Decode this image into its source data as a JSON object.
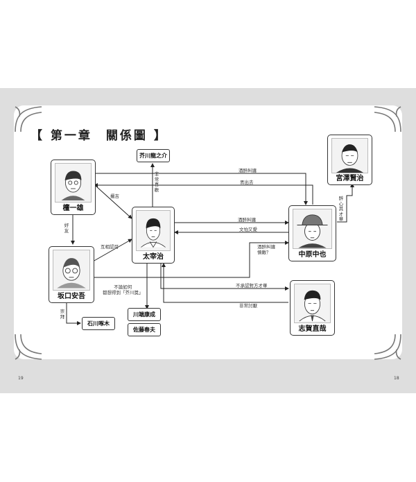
{
  "title": "【 第一章　關係圖 】",
  "page_numbers": {
    "left": "19",
    "right": "18"
  },
  "characters": {
    "dan": "檀一雄",
    "dazai": "太宰治",
    "sakaguchi": "坂口安吾",
    "nakahara": "中原中也",
    "miyazawa": "宮澤賢治",
    "shiga": "志賀直哉"
  },
  "small_boxes": {
    "akutagawa": "芥川龍之介",
    "ishikawa": "石川啄木",
    "kawabata": "川端康成",
    "sato": "佐藤春夫"
  },
  "labels": {
    "dan_to_nakahara": "酒醉糾纏",
    "nakahara_to_dan": "丟出去",
    "dazai_to_nakahara": "酒醉糾纏",
    "nakahara_to_dazai": "文怕又愛",
    "sakaguchi_to_nakahara": "酒醉糾纏\n憤敵？",
    "dazai_to_shiga": "不承認對方才華",
    "shiga_to_dazai": "非常討厭",
    "dan_dazai": "攝吉",
    "dan_sakaguchi": "好友",
    "sakaguchi_dazai": "互相認可",
    "dazai_akutagawa": "非常喜歡",
    "nakahara_miyazawa": "醉心其才華",
    "sakaguchi_ishikawa": "崇拜",
    "dazai_kawabata": "不論如何\n都想得到「芥川獎」"
  }
}
